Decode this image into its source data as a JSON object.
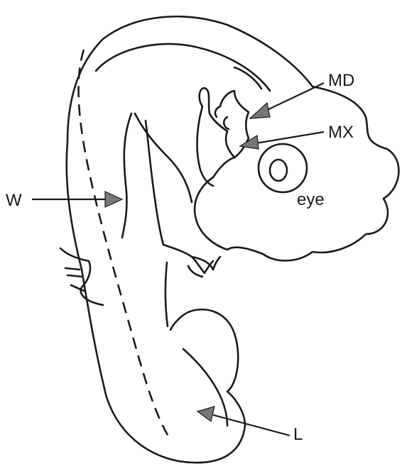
{
  "labels": {
    "md": "MD",
    "mx": "MX",
    "w": "W",
    "eye": "eye",
    "l": "L"
  },
  "colors": {
    "ink": "#1a1a1a",
    "arrow_fill": "#777777",
    "background": "#ffffff"
  }
}
